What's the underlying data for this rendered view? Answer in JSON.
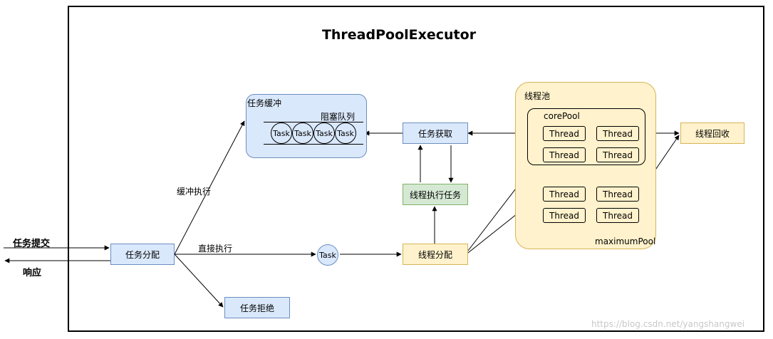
{
  "title": "ThreadPoolExecutor",
  "inputs": {
    "submit": "任务提交",
    "response": "响应"
  },
  "nodes": {
    "dispatch": "任务分配",
    "buffer_group": "任务缓冲",
    "blocking_queue": "阻塞队列",
    "task": "Task",
    "reject": "任务拒绝",
    "fetch": "任务获取",
    "execute": "线程执行任务",
    "thread_dispatch": "线程分配",
    "pool": "线程池",
    "core_pool": "corePool",
    "maximum_pool": "maximumPool",
    "thread": "Thread",
    "recycle": "线程回收"
  },
  "edges": {
    "buffer_exec": "缓冲执行",
    "direct_exec": "直接执行"
  },
  "queue_tasks": [
    "Task",
    "Task",
    "Task",
    "Task"
  ],
  "threads": [
    "Thread",
    "Thread",
    "Thread",
    "Thread",
    "Thread",
    "Thread",
    "Thread",
    "Thread"
  ],
  "watermark": "https://blog.csdn.net/yangshangwei"
}
